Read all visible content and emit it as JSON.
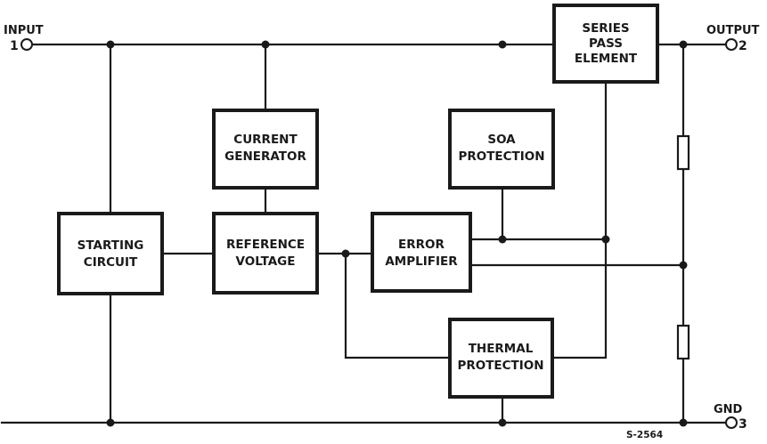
{
  "diagram": {
    "blocks": {
      "series_pass_element": [
        "SERIES",
        "PASS",
        "ELEMENT"
      ],
      "current_generator": [
        "CURRENT",
        "GENERATOR"
      ],
      "soa_protection": [
        "SOA",
        "PROTECTION"
      ],
      "starting_circuit": [
        "STARTING",
        "CIRCUIT"
      ],
      "reference_voltage": [
        "REFERENCE",
        "VOLTAGE"
      ],
      "error_amplifier": [
        "ERROR",
        "AMPLIFIER"
      ],
      "thermal_protection": [
        "THERMAL",
        "PROTECTION"
      ]
    },
    "pins": {
      "input": {
        "label": "INPUT",
        "number": "1"
      },
      "output": {
        "label": "OUTPUT",
        "number": "2"
      },
      "gnd": {
        "label": "GND",
        "number": "3"
      }
    },
    "reference_code": "S-2564"
  }
}
